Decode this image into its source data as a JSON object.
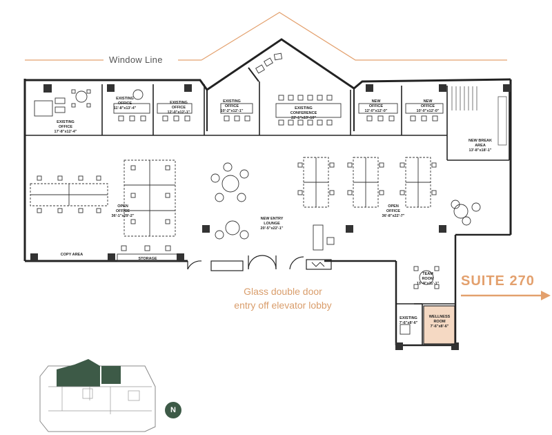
{
  "labels": {
    "window_line": "Window Line",
    "entry_note_line1": "Glass double door",
    "entry_note_line2": "entry off elevator lobby",
    "suite": "SUITE 270",
    "north": "N"
  },
  "rooms": {
    "existing_office_1": {
      "name": "EXISTING",
      "name2": "OFFICE",
      "dim": "17'-8\"x12'-4\""
    },
    "existing_office_2": {
      "name": "EXISTING",
      "name2": "OFFICE",
      "dim": "11'-8\"x13'-4\""
    },
    "existing_office_3": {
      "name": "EXISTING",
      "name2": "OFFICE",
      "dim": "12'-0\"x12'-1\""
    },
    "existing_office_4": {
      "name": "EXISTING",
      "name2": "OFFICE",
      "dim": "10'-2\"x12'-1\""
    },
    "existing_conference": {
      "name": "EXISTING",
      "name2": "CONFERENCE",
      "dim": "22'-1\"x19'-10\""
    },
    "new_office_1": {
      "name": "NEW",
      "name2": "OFFICE",
      "dim": "12'-0\"x12'-0\""
    },
    "new_office_2": {
      "name": "NEW",
      "name2": "OFFICE",
      "dim": "10'-0\"x12'-0\""
    },
    "new_break_area": {
      "name": "NEW BREAK",
      "name2": "AREA",
      "dim": "13'-8\"x18'-1\""
    },
    "open_office_left": {
      "name": "OPEN",
      "name2": "OFFICE",
      "dim": "36'-1\"x29'-2\""
    },
    "new_entry_lounge": {
      "name": "NEW ENTRY",
      "name2": "LOUNGE",
      "dim": "20'-5\"x22'-1\""
    },
    "open_office_right": {
      "name": "OPEN",
      "name2": "OFFICE",
      "dim": "36'-8\"x22'-7\""
    },
    "copy_area": {
      "name": "COPY AREA"
    },
    "storage": {
      "name": "STORAGE"
    },
    "team_room": {
      "name": "TEAM",
      "name2": "ROOM",
      "dim": "13'-9\"x11'-1\""
    },
    "existing_small": {
      "name": "EXISTING",
      "dim": "7'-6\"x8'-6\""
    },
    "wellness_room": {
      "name": "WELLNESS",
      "name2": "ROOM",
      "dim": "7'-6\"x8'-6\""
    }
  },
  "colors": {
    "accent": "#e3a06d",
    "wall": "#222222",
    "keyplan": "#3d5a47",
    "wellness_fill": "#f5d9c3"
  }
}
